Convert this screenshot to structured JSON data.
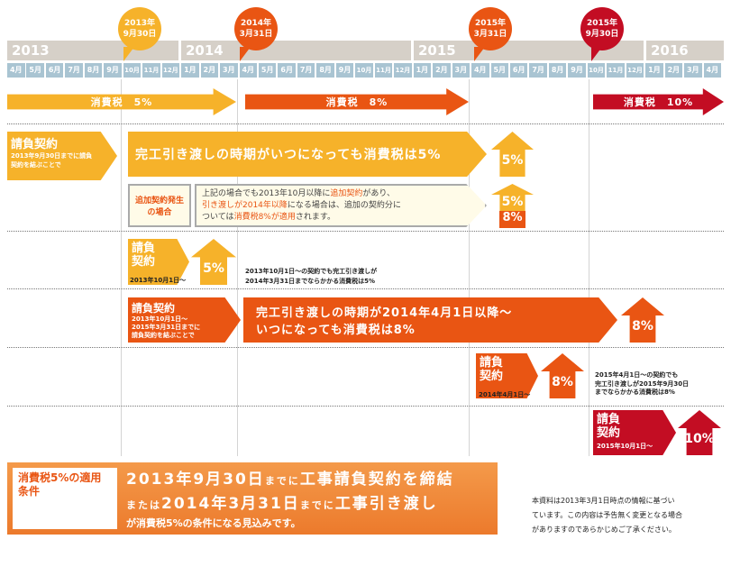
{
  "timeline": {
    "years": [
      "2013",
      "2014",
      "2015",
      "2016"
    ],
    "months": [
      "4",
      "5",
      "6",
      "7",
      "8",
      "9",
      "10",
      "11",
      "12",
      "1",
      "2",
      "3",
      "4",
      "5",
      "6",
      "7",
      "8",
      "9",
      "10",
      "11",
      "12",
      "1",
      "2",
      "3",
      "4",
      "5",
      "6",
      "7",
      "8",
      "9",
      "10",
      "11",
      "12",
      "1",
      "2",
      "3",
      "4"
    ],
    "month_suffix": "月",
    "milestones": [
      {
        "line1": "2013年",
        "line2": "9月30日",
        "color": "#f6b22a"
      },
      {
        "line1": "2014年",
        "line2": "3月31日",
        "color": "#e95513"
      },
      {
        "line1": "2015年",
        "line2": "3月31日",
        "color": "#e95513"
      },
      {
        "line1": "2015年",
        "line2": "9月30日",
        "color": "#c30d23"
      }
    ],
    "tax_bars": [
      "消費税　5%",
      "消費税　8%",
      "消費税　10%"
    ]
  },
  "row1": {
    "label": "請負契約",
    "sub": "2013年9月30日までに請負契約を結ぶことで",
    "bar": "完工引き渡しの時期がいつになっても消費税は5%",
    "rate": "5%",
    "extra_label": "追加契約発生の場合",
    "note_a": "上記の場合でも2013年10月以降に",
    "note_b": "追加契約",
    "note_c": "があり、",
    "note_d": "引き渡しが2014年以降",
    "note_e": "になる場合は、追加の契約分に",
    "note_f": "ついては",
    "note_g": "消費税8%が適用",
    "note_h": "されます。",
    "rate_top": "5%",
    "rate_bottom": "8%"
  },
  "row2": {
    "label": "請負契約",
    "date": "2013年10月1日～",
    "rate": "5%",
    "note1": "2013年10月1日～の契約でも完工引き渡しが",
    "note2": "2014年3月31日までならかかる消費税は5%"
  },
  "row3": {
    "label": "請負契約",
    "sub1": "2013年10月1日～",
    "sub2": "2015年3月31日までに",
    "sub3": "請負契約を結ぶことで",
    "bar1": "完工引き渡しの時期が2014年4月1日以降～",
    "bar2": "いつになっても消費税は8%",
    "rate": "8%"
  },
  "row4": {
    "label": "請負契約",
    "date": "2014年4月1日～",
    "rate": "8%",
    "note1": "2015年4月1日～の契約でも",
    "note2": "完工引き渡しが2015年9月30日",
    "note3": "までならかかる消費税は8%"
  },
  "row5": {
    "label": "請負契約",
    "date": "2015年10月1日～",
    "rate": "10%"
  },
  "summary": {
    "label": "消費税5%の適用条件",
    "l1a": "2013年9月30日",
    "l1b": "までに",
    "l1c": "工事請負契約を締結",
    "l2a": "または",
    "l2b": "2014年3月31日",
    "l2c": "までに",
    "l2d": "工事引き渡し",
    "l3": "が消費税5%の条件になる見込みです。"
  },
  "disclaimer": [
    "本資料は2013年3月1日時点の情報に基づい",
    "ています。この内容は予告無く変更となる場合",
    "がありますのであらかじめご了承ください。"
  ],
  "colors": {
    "yellow": "#f6b22a",
    "orange": "#e95513",
    "red": "#c30d23",
    "month": "#a9c4d2",
    "year": "#d6d0c8"
  }
}
